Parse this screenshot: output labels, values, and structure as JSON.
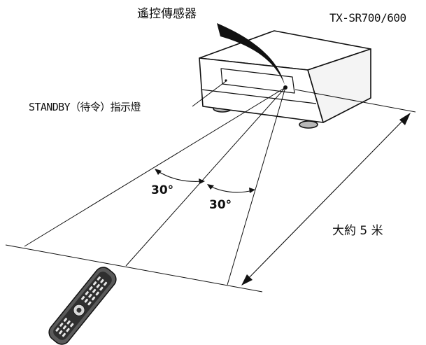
{
  "labels": {
    "sensor": "遙控傳感器",
    "model": "TX-SR700/600",
    "standby": "STANDBY（待令）指示燈",
    "angle_left": "30°",
    "angle_right": "30°",
    "distance": "大約 5 米"
  },
  "icons": {
    "receiver": "av-receiver-illustration",
    "remote": "remote-control-illustration",
    "signal": "ir-signal-beam"
  }
}
